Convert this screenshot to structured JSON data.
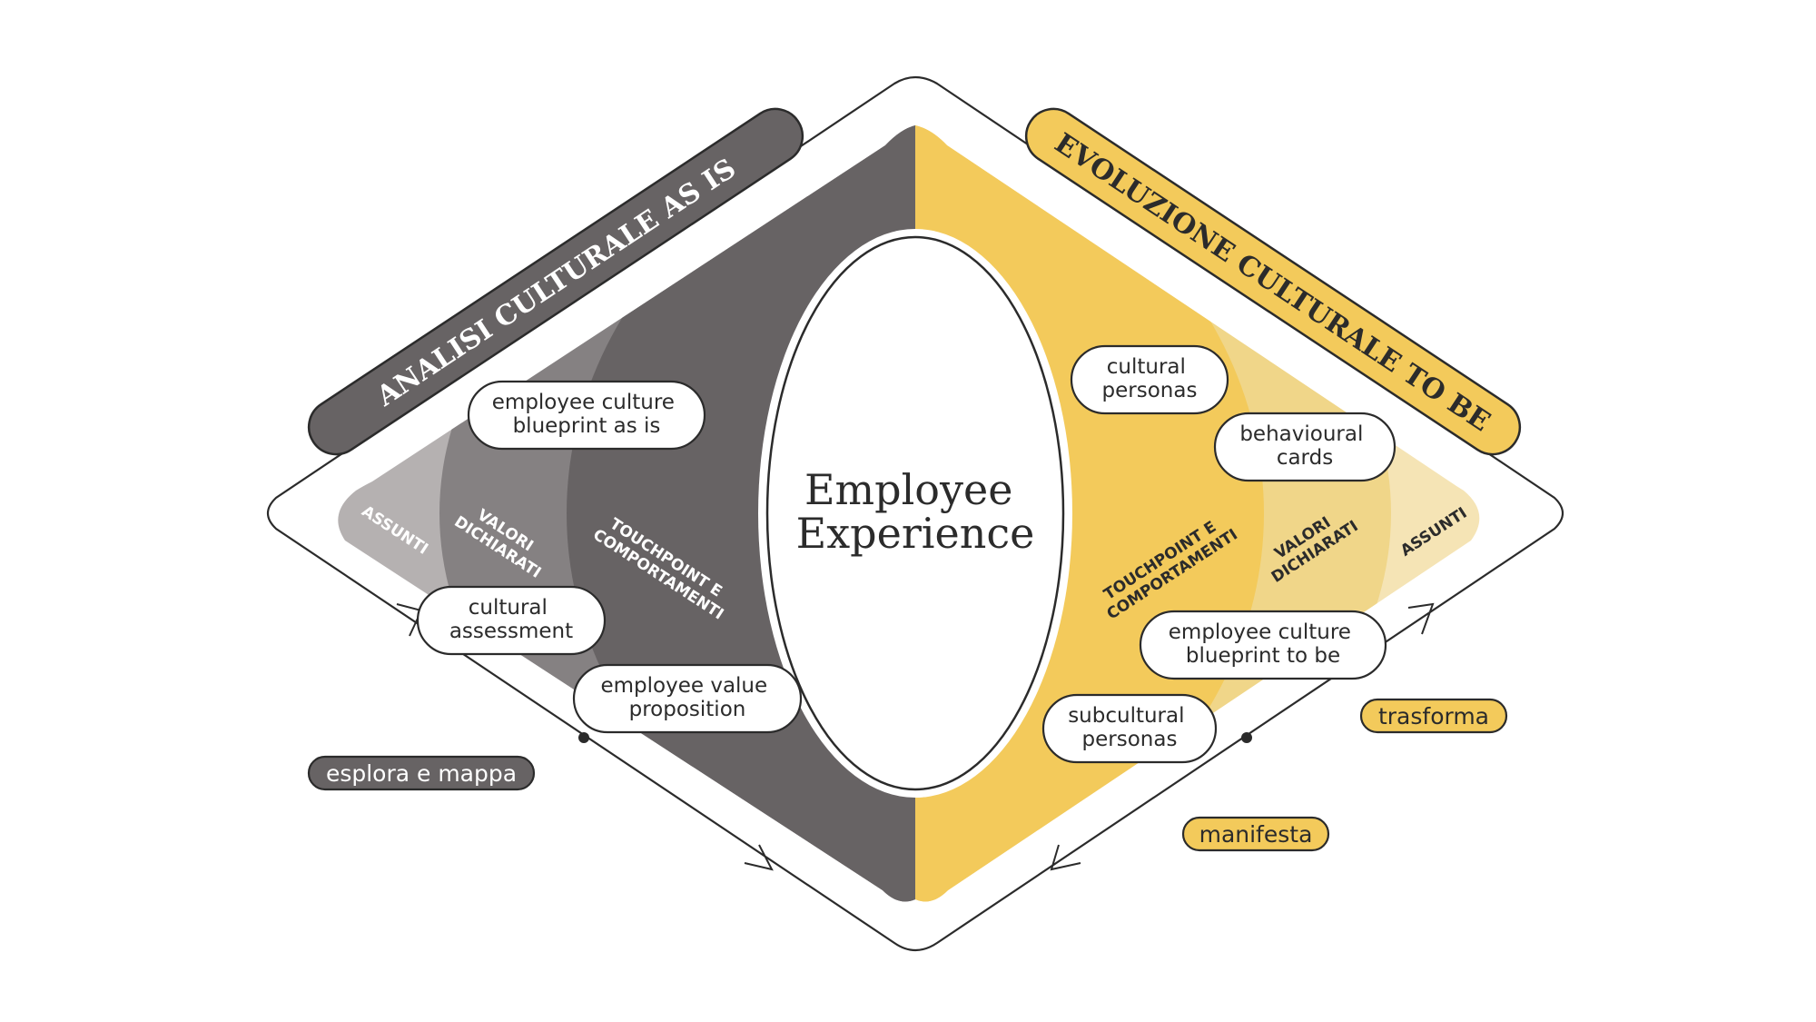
{
  "center_title": {
    "line1": "Employee",
    "line2": "Experience"
  },
  "banners": {
    "left": "ANALISI CULTURALE AS IS",
    "right": "EVOLUZIONE CULTURALE TO BE"
  },
  "layers": {
    "left": {
      "assunti": "ASSUNTI",
      "valori_line1": "VALORI",
      "valori_line2": "DICHIARATI",
      "touch_line1": "TOUCHPOINT E",
      "touch_line2": "COMPORTAMENTI"
    },
    "right": {
      "assunti": "ASSUNTI",
      "valori_line1": "VALORI",
      "valori_line2": "DICHIARATI",
      "touch_line1": "TOUCHPOINT E",
      "touch_line2": "COMPORTAMENTI"
    }
  },
  "pills": {
    "blueprint_as_is": {
      "line1": "employee culture",
      "line2": "blueprint as is"
    },
    "cultural_assessment": {
      "line1": "cultural",
      "line2": "assessment"
    },
    "evp": {
      "line1": "employee value",
      "line2": "proposition"
    },
    "cultural_personas": {
      "line1": "cultural",
      "line2": "personas"
    },
    "behavioural_cards": {
      "line1": "behavioural",
      "line2": "cards"
    },
    "blueprint_to_be": {
      "line1": "employee culture",
      "line2": "blueprint to be"
    },
    "subcultural_personas": {
      "line1": "subcultural",
      "line2": "personas"
    }
  },
  "tags": {
    "esplora": "esplora e mappa",
    "trasforma": "trasforma",
    "manifesta": "manifesta"
  },
  "colors": {
    "dark": "#676364",
    "mid": "#858182",
    "light": "#b5b1b1",
    "yellow": "#f3ca5b",
    "yellow_mid": "#f0d689",
    "yellow_light": "#f5e4b5",
    "outline": "#2b2b2b"
  }
}
